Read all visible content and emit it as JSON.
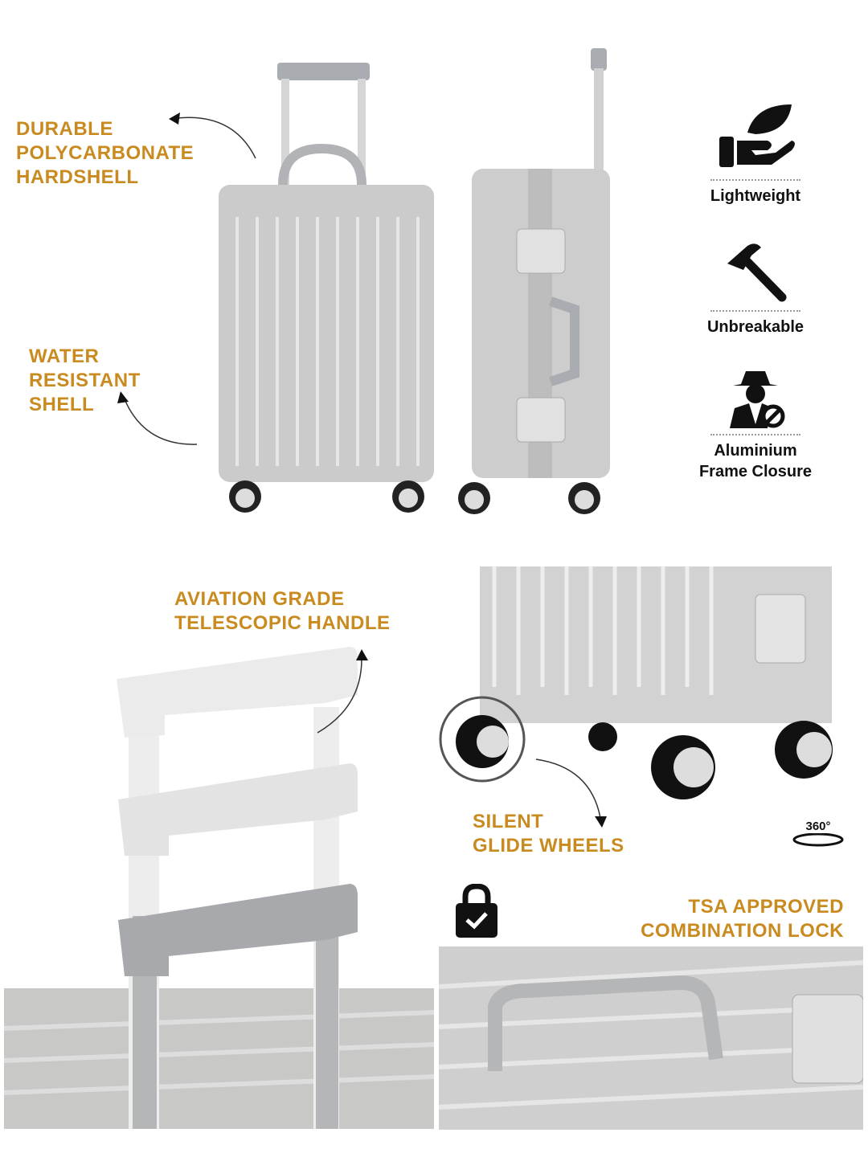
{
  "labels": {
    "hardshell": "DURABLE\nPOLYCARBONATE\nHARDSHELL",
    "water": "WATER\nRESISTANT\nSHELL",
    "handle": "AVIATION GRADE\nTELESCOPIC HANDLE",
    "wheels": "SILENT\nGLIDE WHEELS",
    "lock": "TSA APPROVED\nCOMBINATION LOCK"
  },
  "features": [
    {
      "label": "Lightweight",
      "icon": "hand-leaf-icon"
    },
    {
      "label": "Unbreakable",
      "icon": "hammer-icon"
    },
    {
      "label": "Aluminium\nFrame Closure",
      "icon": "spy-blocked-icon"
    }
  ],
  "badge_360": "360°",
  "colors": {
    "accent": "#c98a1f",
    "shell": "#c9c9c9",
    "text": "#111111"
  }
}
